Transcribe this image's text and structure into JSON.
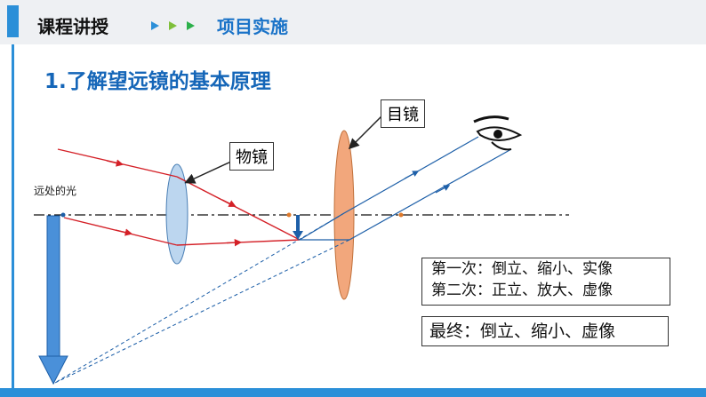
{
  "header": {
    "title": "课程讲授",
    "subtitle": "项目实施",
    "accent_color": "#2b8fd8",
    "arrow_colors": [
      "#2b8fd8",
      "#7fbf3a",
      "#2bb04a"
    ]
  },
  "section_title": "1.了解望远镜的基本原理",
  "labels": {
    "eyepiece": "目镜",
    "objective": "物镜",
    "distant_light": "远处的光"
  },
  "info": {
    "line1": "第一次：倒立、缩小、实像",
    "line2": "第二次：正立、放大、虚像",
    "final": "最终：倒立、缩小、虚像"
  },
  "icons": {
    "eye": "eye-icon"
  },
  "colors": {
    "objective_ray": "#d42027",
    "eyepiece_ray": "#1d5fa8",
    "objective_lens": "#bcd6ef",
    "eyepiece_lens": "#f2a77c",
    "image_arrow": "#4a90d9"
  }
}
